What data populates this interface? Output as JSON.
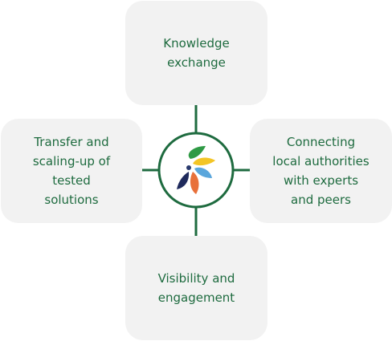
{
  "hub": {
    "icon": "leaf-rosette-logo-icon",
    "ring_color": "#1e6b3f",
    "petal_colors": [
      "#2f9a45",
      "#f3c526",
      "#5aa6dc",
      "#e8703a",
      "#1f2a5c"
    ]
  },
  "boxes": {
    "top": {
      "lines": [
        "Knowledge",
        "exchange"
      ]
    },
    "left": {
      "lines": [
        "Transfer and",
        "scaling-up of",
        "tested",
        "solutions"
      ]
    },
    "right": {
      "lines": [
        "Connecting",
        "local authorities",
        "with experts",
        "and peers"
      ]
    },
    "bottom": {
      "lines": [
        "Visibility and",
        "engagement"
      ]
    }
  },
  "colors": {
    "text": "#1e6b3f",
    "box": "#f2f2f2",
    "line": "#1e6b3f"
  }
}
